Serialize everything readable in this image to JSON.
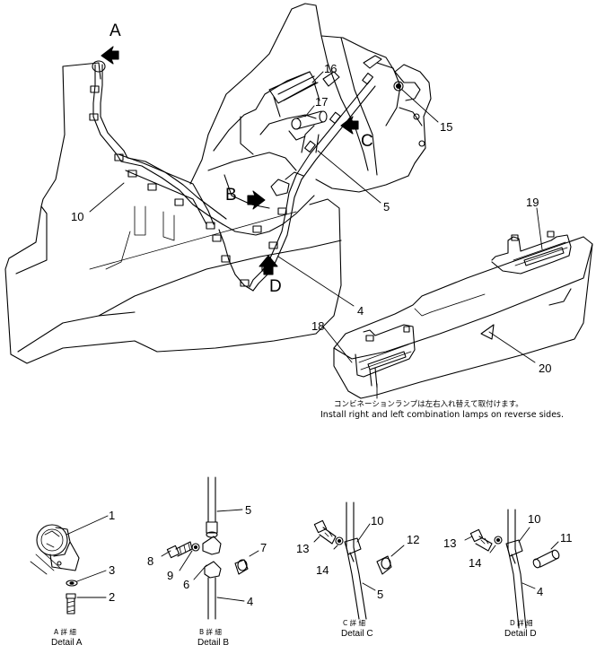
{
  "callouts": {
    "n1": "1",
    "n2": "2",
    "n3": "3",
    "n4": "4",
    "n5": "5",
    "n7": "7",
    "n8": "8",
    "n9": "9",
    "n10": "10",
    "n11": "11",
    "n12": "12",
    "n13": "13",
    "n14": "14",
    "n15": "15",
    "n16": "16",
    "n17": "17",
    "n18": "18",
    "n19": "19",
    "n20": "20",
    "n6": "6"
  },
  "view_letters": {
    "a": "A",
    "b": "B",
    "c": "C",
    "d": "D"
  },
  "note": {
    "japanese": "コンビネーションランプは左右入れ替えて取付けます。",
    "english": "Install right and left combination lamps on reverse sides."
  },
  "details": [
    {
      "jp": "A 詳 細",
      "label": "Detail A"
    },
    {
      "jp": "B 詳 細",
      "label": "Detail B"
    },
    {
      "jp": "C 詳 細",
      "label": "Detail C"
    },
    {
      "jp": "D 詳 細",
      "label": "Detail D"
    }
  ]
}
